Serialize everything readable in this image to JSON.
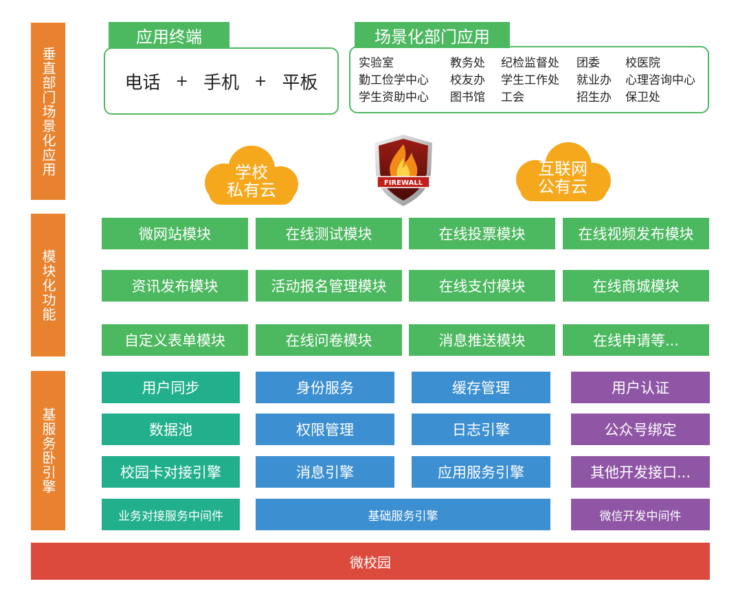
{
  "sidebar": {
    "vertical": "垂直部门场景化应用",
    "modular": "模块化功能",
    "base": "基服务卧引擎"
  },
  "terminal": {
    "tab": "应用终端",
    "items": [
      "电话",
      "手机",
      "平板"
    ],
    "plus": "+"
  },
  "scene": {
    "tab": "场景化部门应用",
    "columns": [
      [
        "实验室",
        "勤工俭学中心",
        "学生资助中心"
      ],
      [
        "教务处",
        "校友办",
        "图书馆"
      ],
      [
        "纪检监督处",
        "学生工作处",
        "工会"
      ],
      [
        "团委",
        "就业办",
        "招生办"
      ],
      [
        "校医院",
        "心理咨询中心",
        "保卫处"
      ]
    ]
  },
  "clouds": {
    "private": [
      "学校",
      "私有云"
    ],
    "public": [
      "互联网",
      "公有云"
    ],
    "firewall": "FIREWALL"
  },
  "modules": [
    [
      "微网站模块",
      "在线测试模块",
      "在线投票模块",
      "在线视频发布模块"
    ],
    [
      "资讯发布模块",
      "活动报名管理模块",
      "在线支付模块",
      "在线商城模块"
    ],
    [
      "自定义表单模块",
      "在线问卷模块",
      "消息推送模块",
      "在线申请等..."
    ]
  ],
  "engines": {
    "col1": [
      "用户同步",
      "数据池",
      "校园卡对接引擎",
      "业务对接服务中间件"
    ],
    "col2": [
      "身份服务",
      "权限管理",
      "消息引擎"
    ],
    "col3": [
      "缓存管理",
      "日志引擎",
      "应用服务引擎"
    ],
    "col23_bottom": "基础服务引擎",
    "col4": [
      "用户认证",
      "公众号绑定",
      "其他开发接口...",
      "微信开发中间件"
    ]
  },
  "footer": "微校园",
  "colors": {
    "orange": "#e8822e",
    "green": "#4cb85f",
    "teal": "#22b08c",
    "blue": "#3c8fd1",
    "purple": "#8f56a6",
    "red": "#dc4a3d",
    "cloud": "#f5a81c"
  }
}
